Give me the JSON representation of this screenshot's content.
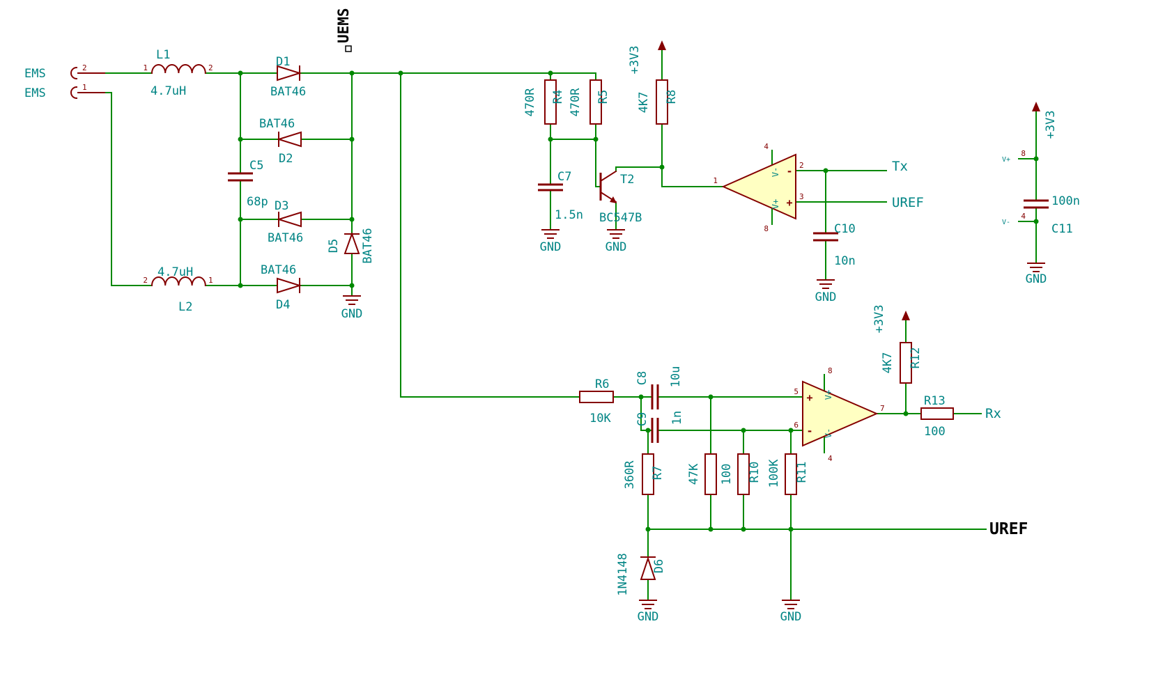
{
  "colors": {
    "wire": "#008800",
    "component": "#840000",
    "field_text": "#008484",
    "opamp_fill": "#FFFFC2",
    "net_label": "#000000",
    "background": "#ffffff"
  },
  "net_labels": {
    "uems": "UEMS",
    "uref": "UREF",
    "uref_tap": "UREF",
    "tx": "Tx",
    "rx": "Rx",
    "ems_top": "EMS",
    "ems_bottom": "EMS"
  },
  "power": {
    "v33": "+3V3",
    "gnd": "GND"
  },
  "connector": {
    "pin_top": "2",
    "pin_bottom": "1"
  },
  "inductors": {
    "L1": {
      "ref": "L1",
      "value": "4.7uH",
      "pin_left": "1",
      "pin_right": "2"
    },
    "L2": {
      "ref": "L2",
      "value": "4.7uH",
      "pin_left": "2",
      "pin_right": "1"
    }
  },
  "diodes": {
    "D1": {
      "ref": "D1",
      "value": "BAT46"
    },
    "D2": {
      "ref": "D2",
      "value": "BAT46"
    },
    "D3": {
      "ref": "D3",
      "value": "BAT46"
    },
    "D4": {
      "ref": "D4",
      "value": "BAT46"
    },
    "D5": {
      "ref": "D5",
      "value": "BAT46"
    },
    "D6": {
      "ref": "D6",
      "value": "1N4148"
    }
  },
  "capacitors": {
    "C5": {
      "ref": "C5",
      "value": "68p"
    },
    "C7": {
      "ref": "C7",
      "value": "1.5n"
    },
    "C8": {
      "ref": "C8",
      "value": "10u"
    },
    "C9": {
      "ref": "C9",
      "value": "1n"
    },
    "C10": {
      "ref": "C10",
      "value": "10n"
    },
    "C11": {
      "ref": "C11",
      "value": "100n"
    }
  },
  "resistors": {
    "R4": {
      "ref": "R4",
      "value": "470R"
    },
    "R5": {
      "ref": "R5",
      "value": "470R"
    },
    "R6": {
      "ref": "R6",
      "value": "10K"
    },
    "R7": {
      "ref": "R7",
      "value": "360R"
    },
    "R8": {
      "ref": "R8",
      "value": "4K7"
    },
    "R9": {
      "value": "47K"
    },
    "R10": {
      "ref": "R10",
      "value": "100"
    },
    "R11": {
      "ref": "R11",
      "value": "100K"
    },
    "R12": {
      "ref": "R12",
      "value": "4K7"
    },
    "R13": {
      "ref": "R13",
      "value": "100"
    }
  },
  "transistor": {
    "ref": "T2",
    "value": "BC547B"
  },
  "opamp_a": {
    "pin_out": "1",
    "pin_in1": "2",
    "pin_in2": "3",
    "pin_vtop": "4",
    "pin_vbot": "8",
    "v_top": "V-",
    "v_bot": "V+",
    "sign_in1": "-",
    "sign_in2": "+"
  },
  "opamp_b": {
    "pin_in1": "5",
    "pin_in2": "6",
    "pin_out": "7",
    "pin_vtop": "8",
    "pin_vbot": "4",
    "v_top": "V+",
    "v_bot": "V-",
    "sign_in1": "+",
    "sign_in2": "-"
  },
  "power_unit": {
    "name_top": "V+",
    "num_top": "8",
    "name_bot": "V-",
    "num_bot": "4"
  }
}
